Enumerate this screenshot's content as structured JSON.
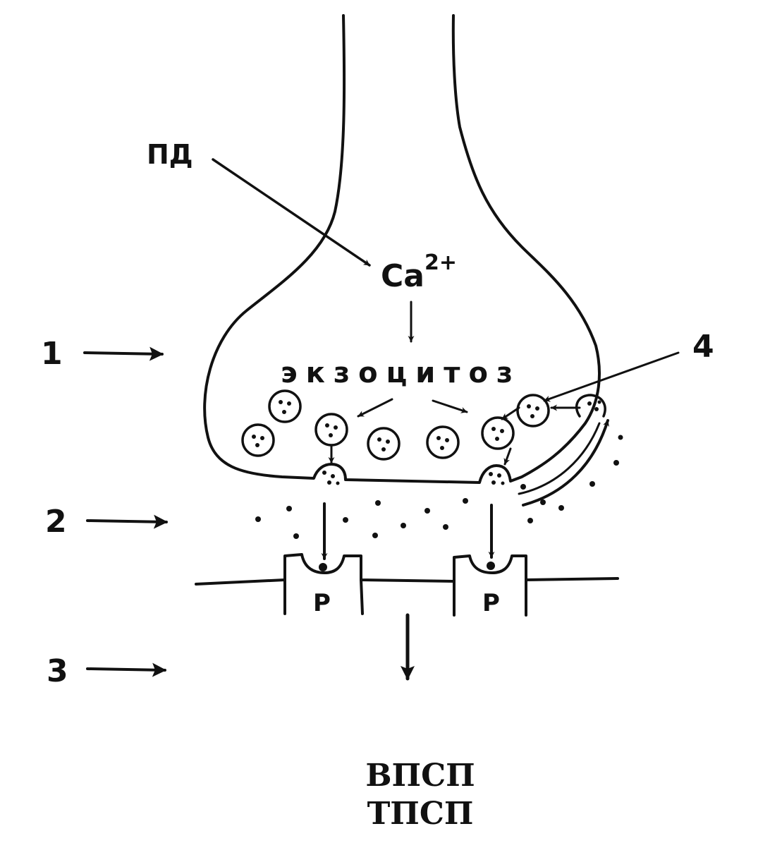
{
  "labels": {
    "pd": "ПД",
    "ca": "Ca",
    "ca_charge": "2+",
    "exocytosis": "экзоцитоз",
    "receptor_left": "P",
    "receptor_right": "P",
    "num_1": "1",
    "num_2": "2",
    "num_3": "3",
    "num_4": "4",
    "epsp": "ВПСП",
    "ipsp": "ТПСП"
  }
}
